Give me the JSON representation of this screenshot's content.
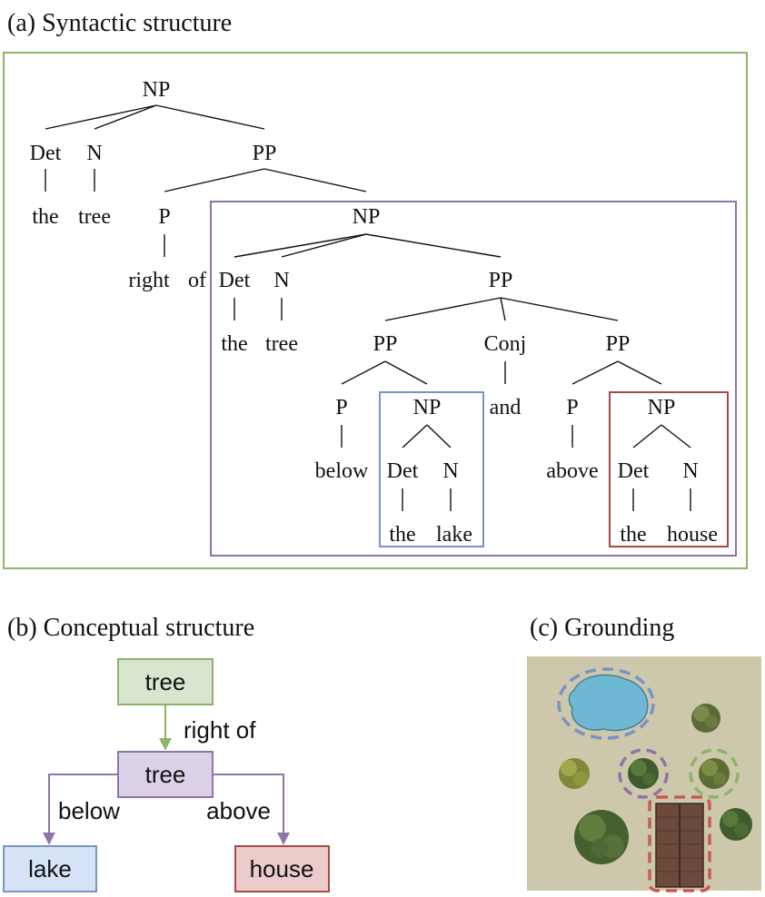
{
  "panels": {
    "a_title": "(a) Syntactic structure",
    "b_title": "(b) Conceptual structure",
    "c_title": "(c) Grounding"
  },
  "tree": {
    "np1": "NP",
    "det1": "Det",
    "n1": "N",
    "pp1": "PP",
    "w_the1": "the",
    "w_tree1": "tree",
    "p1": "P",
    "w_right": "right",
    "w_of": "of",
    "np2": "NP",
    "det2": "Det",
    "n2": "N",
    "pp2": "PP",
    "w_the2": "the",
    "w_tree2": "tree",
    "pp3": "PP",
    "conj": "Conj",
    "pp4": "PP",
    "p2": "P",
    "np3": "NP",
    "w_and": "and",
    "p3": "P",
    "np4": "NP",
    "w_below": "below",
    "det3": "Det",
    "n3": "N",
    "w_above": "above",
    "det4": "Det",
    "n4": "N",
    "w_the3": "the",
    "w_lake": "lake",
    "w_the4": "the",
    "w_house": "house"
  },
  "concept": {
    "tree1": "tree",
    "rel1": "right of",
    "tree2": "tree",
    "rel_below": "below",
    "rel_above": "above",
    "lake": "lake",
    "house": "house"
  },
  "colors": {
    "green": "#8db46a",
    "purple": "#8f74a6",
    "blue": "#7a93c6",
    "red": "#a54a44",
    "green_fill": "#d8e6cf",
    "purple_fill": "#dcd2e8",
    "blue_fill": "#d6e3f6",
    "red_fill": "#eccbcb",
    "ground": "#cdc8ab",
    "water": "#6fb8d3"
  },
  "icons": {
    "lake": "lake-icon",
    "tree": "tree-icon",
    "house": "house-icon"
  }
}
